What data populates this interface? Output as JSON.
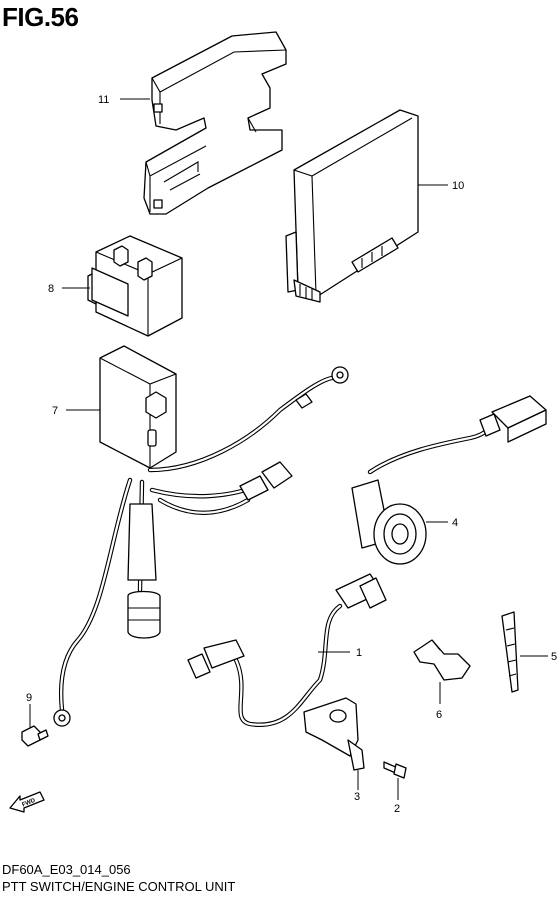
{
  "figure": {
    "title": "FIG.56",
    "code": "DF60A_E03_014_056",
    "caption": "PTT SWITCH/ENGINE CONTROL UNIT"
  },
  "callouts": {
    "c1": "1",
    "c2": "2",
    "c3": "3",
    "c4": "4",
    "c5": "5",
    "c6": "6",
    "c7": "7",
    "c8": "8",
    "c9": "9",
    "c10": "10",
    "c11": "11"
  },
  "direction_badge": "FWD",
  "icons": [
    "fwd-arrow-icon"
  ]
}
